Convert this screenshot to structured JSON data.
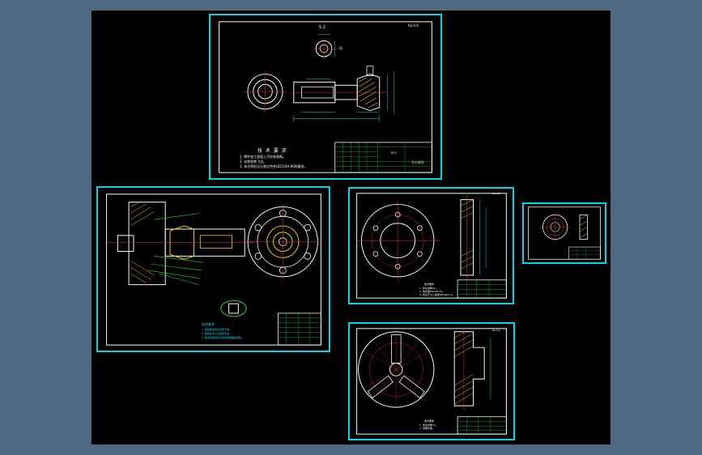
{
  "theme": {
    "background": "#4e6a83",
    "viewport": "#000000",
    "frame": "#00d8e8",
    "inner_frame": "#ffffff",
    "geometry": "#ffffff",
    "dimension": "#00e0e0",
    "centerline": "#ff3030",
    "hatch": "#ffd000",
    "leader": "#20e020"
  },
  "sheet_top": {
    "roughness": "Ra 0.8",
    "dimension_top": "5.2",
    "dimension_side": "10",
    "notes_title": "技 术 要 求",
    "notes": [
      "1. 零件加工表面上不应有划痕。",
      "2. 去除毛刺飞边。",
      "3. 未注明形位公差应符合GB1184-80的要求。"
    ],
    "title_block_name": "卡爪",
    "title_block_part": "卡爪夹头"
  },
  "sheet_assembly": {
    "notes_title": "技术要求",
    "notes": [
      "1. 装配前零件应清洗干净。",
      "2. 装配后卡爪应运动灵活。",
      "3. 各零件配合处应涂润滑油脂后装配。"
    ]
  },
  "sheet_disc": {
    "roughness": "Ra 3.2",
    "notes_title": "技术要求",
    "notes": [
      "1. 未注倒角C1。",
      "2. 热处理HRC45-50。",
      "3. 未注尺寸公差按GB1804-m。"
    ]
  },
  "sheet_small": {},
  "sheet_chuck": {
    "roughness": "Ra 3.2",
    "notes_title": "技术要求",
    "notes": [
      "1. 未注倒角C1。",
      "2. 调质处理。"
    ]
  }
}
